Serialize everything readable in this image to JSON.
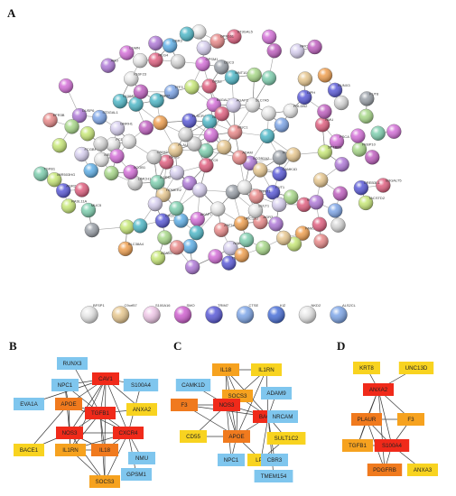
{
  "panels": [
    {
      "id": "A",
      "label": "A"
    },
    {
      "id": "B",
      "label": "B"
    },
    {
      "id": "C",
      "label": "C"
    },
    {
      "id": "D",
      "label": "D"
    }
  ],
  "colors": {
    "red": "#f02a1a",
    "orange": "#f07a1e",
    "amber": "#f6a21f",
    "yellow": "#f8d320",
    "blue": "#7fc6ee",
    "edge": "#3a3a3a"
  },
  "panelA": {
    "labels": [
      "FCGBP",
      "ZNF185",
      "TACSTD2",
      "LIMCH1",
      "PLSCR4",
      "NANS",
      "ST3GAL1",
      "B3GALT5",
      "SPINK4",
      "AGR3",
      "TFF3",
      "PSCA",
      "GNRH1",
      "WNT10A",
      "TMEM158",
      "MUC5",
      "FUT1",
      "SCGB2A2",
      "REG4",
      "CXCL17",
      "AGR2",
      "SCGB1",
      "B4GALT4",
      "ST3GAL5",
      "FUT8",
      "IGSF23",
      "UNC13D",
      "GKN2",
      "SPTBN3",
      "EREG",
      "MIR503HG",
      "CNIH2",
      "PHLDB2",
      "FAM221A",
      "LGMN",
      "SLC7A5",
      "ADAM",
      "NRCAM",
      "PLAUR",
      "HOMER2",
      "AGAP2",
      "FKBP10",
      "MESP8",
      "DSC3",
      "SLC38A4",
      "ITGB7",
      "SULT1",
      "S100A4",
      "EFR3B",
      "RUNX3",
      "LIPH",
      "CBR3",
      "ABO",
      "DUSP6",
      "GPR161",
      "NPC1",
      "TGFB1",
      "TNNT1",
      "TTC9",
      "IL1RN",
      "ADAMTS",
      "RASL11A",
      "CAMK1D",
      "PCDH",
      "CREB3L1",
      "FFAR4",
      "MUC1",
      "AKAP7",
      "GPSM1",
      "NMU"
    ],
    "bottom_row": [
      "BFSP1",
      "C9orf57",
      "S100A16",
      "SMO",
      "TRIM7",
      "CTSE",
      "KIZ",
      "NKD2",
      "ALS2CL"
    ]
  },
  "panelB": {
    "nodes": [
      {
        "label": "RUNX3",
        "color": "blue"
      },
      {
        "label": "CAV1",
        "color": "red"
      },
      {
        "label": "NPC1",
        "color": "blue"
      },
      {
        "label": "S100A4",
        "color": "blue"
      },
      {
        "label": "EVA1A",
        "color": "blue"
      },
      {
        "label": "APOE",
        "color": "orange"
      },
      {
        "label": "TGFB1",
        "color": "red"
      },
      {
        "label": "ANXA2",
        "color": "yellow"
      },
      {
        "label": "NOS3",
        "color": "red"
      },
      {
        "label": "CXCR4",
        "color": "red"
      },
      {
        "label": "BACE1",
        "color": "yellow"
      },
      {
        "label": "IL1RN",
        "color": "amber"
      },
      {
        "label": "IL18",
        "color": "orange"
      },
      {
        "label": "NMU",
        "color": "blue"
      },
      {
        "label": "GPSM1",
        "color": "blue"
      },
      {
        "label": "SOCS3",
        "color": "amber"
      }
    ],
    "edges": [
      [
        1,
        2
      ],
      [
        1,
        3
      ],
      [
        1,
        4
      ],
      [
        1,
        5
      ],
      [
        1,
        6
      ],
      [
        1,
        7
      ],
      [
        1,
        8
      ],
      [
        1,
        9
      ],
      [
        1,
        11
      ],
      [
        1,
        12
      ],
      [
        2,
        5
      ],
      [
        2,
        6
      ],
      [
        2,
        8
      ],
      [
        5,
        6
      ],
      [
        5,
        8
      ],
      [
        5,
        9
      ],
      [
        5,
        10
      ],
      [
        5,
        11
      ],
      [
        6,
        7
      ],
      [
        6,
        8
      ],
      [
        6,
        9
      ],
      [
        6,
        11
      ],
      [
        6,
        12
      ],
      [
        6,
        15
      ],
      [
        8,
        9
      ],
      [
        8,
        10
      ],
      [
        8,
        11
      ],
      [
        8,
        12
      ],
      [
        8,
        15
      ],
      [
        9,
        11
      ],
      [
        9,
        12
      ],
      [
        9,
        13
      ],
      [
        9,
        14
      ],
      [
        9,
        15
      ],
      [
        11,
        12
      ],
      [
        11,
        15
      ],
      [
        12,
        15
      ],
      [
        3,
        9
      ],
      [
        0,
        6
      ]
    ]
  },
  "panelC": {
    "nodes": [
      {
        "label": "IL18",
        "color": "amber"
      },
      {
        "label": "IL1RN",
        "color": "yellow"
      },
      {
        "label": "CAMK1D",
        "color": "blue"
      },
      {
        "label": "SOCS3",
        "color": "amber"
      },
      {
        "label": "ADAM9",
        "color": "blue"
      },
      {
        "label": "F3",
        "color": "orange"
      },
      {
        "label": "NOS3",
        "color": "red"
      },
      {
        "label": "BACE1",
        "color": "red"
      },
      {
        "label": "NRCAM",
        "color": "blue"
      },
      {
        "label": "CD55",
        "color": "yellow"
      },
      {
        "label": "SULT1C2",
        "color": "yellow"
      },
      {
        "label": "APOE",
        "color": "orange"
      },
      {
        "label": "NPC1",
        "color": "blue"
      },
      {
        "label": "LPP",
        "color": "yellow"
      },
      {
        "label": "CBR3",
        "color": "blue"
      },
      {
        "label": "TMEM154",
        "color": "blue"
      }
    ],
    "edges": [
      [
        0,
        1
      ],
      [
        0,
        3
      ],
      [
        0,
        6
      ],
      [
        0,
        7
      ],
      [
        0,
        11
      ],
      [
        1,
        3
      ],
      [
        1,
        7
      ],
      [
        1,
        11
      ],
      [
        3,
        6
      ],
      [
        3,
        7
      ],
      [
        3,
        11
      ],
      [
        5,
        6
      ],
      [
        5,
        7
      ],
      [
        5,
        11
      ],
      [
        6,
        7
      ],
      [
        6,
        9
      ],
      [
        6,
        11
      ],
      [
        6,
        12
      ],
      [
        7,
        4
      ],
      [
        7,
        8
      ],
      [
        7,
        10
      ],
      [
        7,
        11
      ],
      [
        7,
        13
      ],
      [
        7,
        14
      ],
      [
        7,
        15
      ],
      [
        11,
        9
      ],
      [
        11,
        12
      ],
      [
        11,
        13
      ],
      [
        2,
        6
      ],
      [
        13,
        10
      ]
    ]
  },
  "panelD": {
    "nodes": [
      {
        "label": "KRT8",
        "color": "yellow"
      },
      {
        "label": "UNC13D",
        "color": "yellow"
      },
      {
        "label": "ANXA2",
        "color": "red"
      },
      {
        "label": "PLAUR",
        "color": "orange"
      },
      {
        "label": "F3",
        "color": "amber"
      },
      {
        "label": "TGFB1",
        "color": "amber"
      },
      {
        "label": "S100A4",
        "color": "red"
      },
      {
        "label": "PDGFRB",
        "color": "orange"
      },
      {
        "label": "ANXA3",
        "color": "yellow"
      }
    ],
    "edges": [
      [
        0,
        2
      ],
      [
        1,
        2
      ],
      [
        2,
        3
      ],
      [
        2,
        4
      ],
      [
        2,
        6
      ],
      [
        3,
        4
      ],
      [
        3,
        6
      ],
      [
        3,
        5
      ],
      [
        3,
        7
      ],
      [
        4,
        6
      ],
      [
        5,
        6
      ],
      [
        6,
        7
      ],
      [
        6,
        8
      ],
      [
        2,
        5
      ],
      [
        2,
        7
      ]
    ]
  }
}
